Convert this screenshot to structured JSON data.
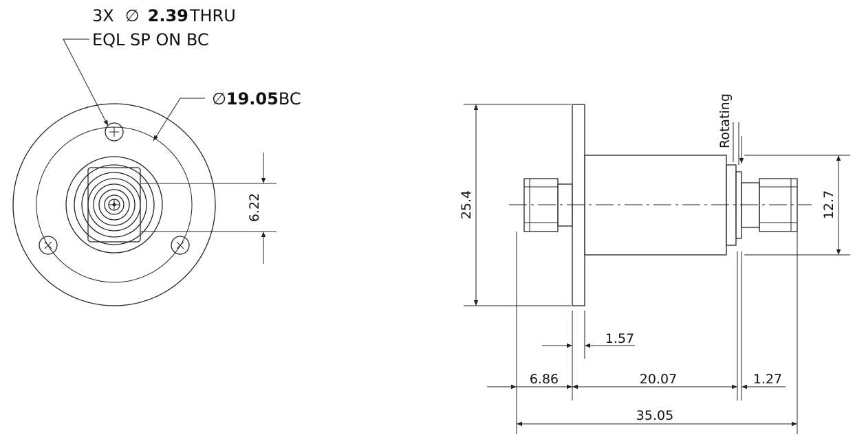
{
  "front_view": {
    "hole_callout": {
      "count": "3X",
      "dia_symbol": "∅",
      "value": "2.39",
      "suffix": "THRU",
      "line2": "EQL SP ON BC"
    },
    "bc_callout": {
      "dia_symbol": "∅",
      "value": "19.05",
      "suffix": "BC"
    },
    "dim_622": "6.22"
  },
  "side_view": {
    "dim_254": "25.4",
    "dim_127": "12.7",
    "dim_157": "1.57",
    "dim_686": "6.86",
    "dim_2007": "20.07",
    "dim_127b": "1.27",
    "dim_3505": "35.05",
    "rotating_label": "Rotating"
  }
}
